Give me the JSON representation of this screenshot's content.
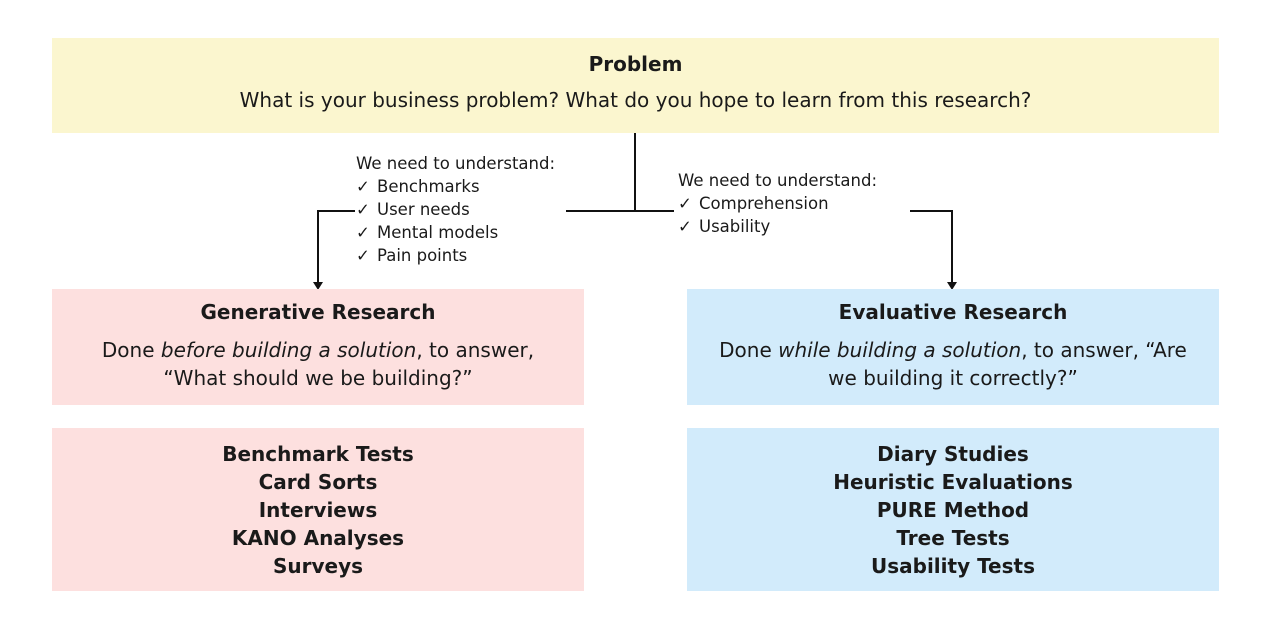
{
  "problem": {
    "title": "Problem",
    "description": "What is your business problem? What do you hope to learn from this research?"
  },
  "generative": {
    "needs_heading": "We need to understand:",
    "needs": [
      "Benchmarks",
      "User needs",
      "Mental models",
      "Pain points"
    ],
    "title": "Generative Research",
    "desc_pre": "Done ",
    "desc_em": "before building a solution",
    "desc_post": ", to answer, “What should we be building?”",
    "methods": [
      "Benchmark Tests",
      "Card Sorts",
      "Interviews",
      "KANO Analyses",
      "Surveys"
    ]
  },
  "evaluative": {
    "needs_heading": "We need to understand:",
    "needs": [
      "Comprehension",
      "Usability"
    ],
    "title": "Evaluative Research",
    "desc_pre": "Done ",
    "desc_em": "while building a solution",
    "desc_post": ", to answer, “Are we building it correctly?”",
    "methods": [
      "Diary Studies",
      "Heuristic Evaluations",
      "PURE Method",
      "Tree Tests",
      "Usability Tests"
    ]
  },
  "check_glyph": "✓",
  "colors": {
    "problem_bg": "#fbf6cf",
    "generative_bg": "#fde0df",
    "evaluative_bg": "#d2ebfb",
    "line": "#111111"
  }
}
